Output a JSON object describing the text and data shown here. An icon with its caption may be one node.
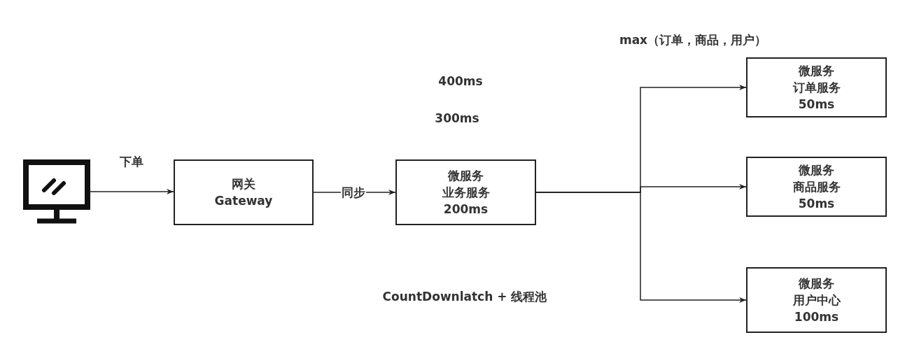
{
  "diagram": {
    "nodes": [
      {
        "text": [],
        "shape": "picture"
      },
      {
        "text": [
          "网关",
          "Gateway"
        ]
      },
      {
        "text": [
          "微服务",
          "业务服务",
          "200ms"
        ]
      },
      {
        "text": [
          "微服务",
          "订单服务",
          "50ms"
        ]
      },
      {
        "text": [
          "微服务",
          "商品服务",
          "50ms"
        ]
      },
      {
        "text": [
          "微服务",
          "用户中心",
          "100ms"
        ]
      }
    ],
    "edges": [
      {
        "from": 0,
        "to": 1,
        "arrow": "to",
        "label": "下单"
      },
      {
        "from": 1,
        "to": 2,
        "arrow": "to",
        "label": "同步"
      },
      {
        "from": 2,
        "to": 3,
        "arrow": "to"
      },
      {
        "from": 2,
        "to": 4,
        "arrow": "to"
      },
      {
        "from": 2,
        "to": 5,
        "arrow": "to"
      }
    ],
    "labels": [
      "max（订单，商品，用户）",
      "400ms",
      "300ms",
      "CountDownlatch + 线程池"
    ]
  }
}
